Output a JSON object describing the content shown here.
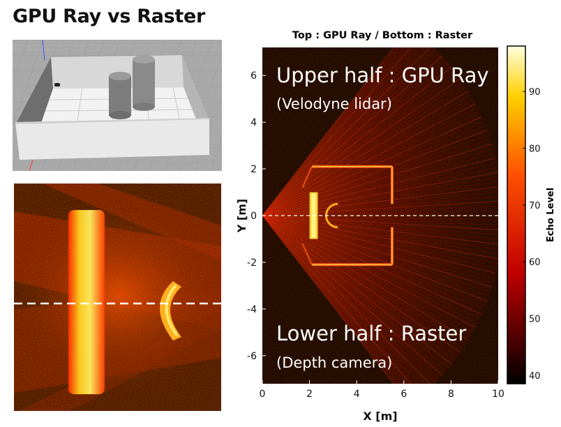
{
  "figure_title": "GPU Ray vs Raster",
  "scene_view": {
    "icon": "3d-scene-icon"
  },
  "zoom_view": {
    "icon": "zoomed-heatmap-icon"
  },
  "chart_data": {
    "type": "heatmap",
    "title": "Top : GPU Ray / Bottom : Raster",
    "xlabel": "X [m]",
    "ylabel": "Y [m]",
    "xlim": [
      0,
      10
    ],
    "ylim": [
      -7.2,
      7.2
    ],
    "x_ticks": [
      0,
      2,
      4,
      6,
      8,
      10
    ],
    "y_ticks": [
      -6,
      -4,
      -2,
      0,
      2,
      4,
      6
    ],
    "colorbar": {
      "label": "Echo Level",
      "range": [
        38.5,
        98
      ],
      "ticks": [
        40,
        50,
        60,
        70,
        80,
        90
      ],
      "colormap": "hot"
    },
    "divider_y": 0,
    "annotations": [
      {
        "text": "Upper half : GPU Ray",
        "style": "big"
      },
      {
        "text": "(Velodyne lidar)",
        "style": "small"
      },
      {
        "text": "Lower half : Raster",
        "style": "big"
      },
      {
        "text": "(Depth camera)",
        "style": "small"
      }
    ],
    "grid": false
  },
  "colors": {
    "background": "#000000",
    "echo_high": "#ffff80",
    "echo_mid": "#ff3300",
    "echo_low": "#3a0000",
    "divider": "#ffffff"
  }
}
